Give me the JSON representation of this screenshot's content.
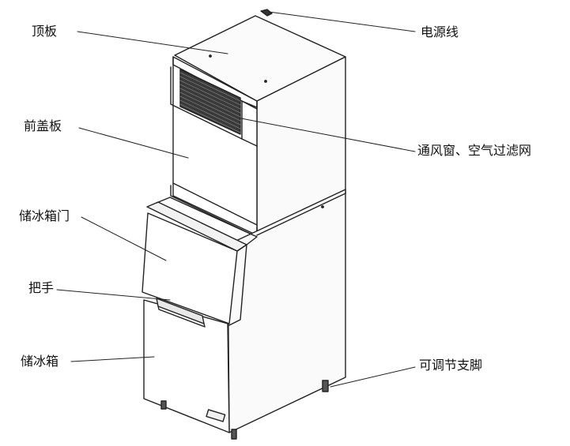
{
  "labels": {
    "top_panel": "顶板",
    "front_cover": "前盖板",
    "bin_door": "储冰箱门",
    "handle": "把手",
    "storage_bin": "储冰箱",
    "power_cord": "电源线",
    "vent_filter": "通风窗、空气过滤网",
    "adjustable_feet": "可调节支脚"
  }
}
